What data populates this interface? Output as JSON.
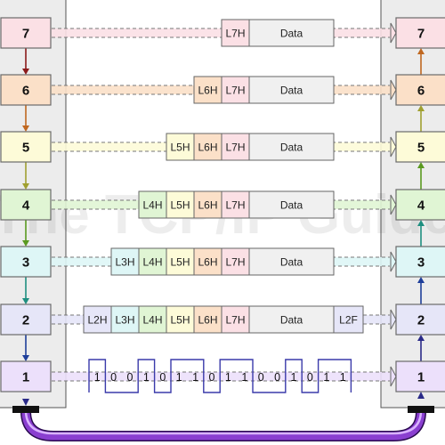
{
  "watermark": "The TCP/IP Guide",
  "stacks": {
    "left_layers": [
      "7",
      "6",
      "5",
      "4",
      "3",
      "2",
      "1"
    ],
    "right_layers": [
      "7",
      "6",
      "5",
      "4",
      "3",
      "2",
      "1"
    ]
  },
  "layer_colors": {
    "7": "#fbe0e5",
    "6": "#fbe0c8",
    "5": "#fdfbd8",
    "4": "#e0f5d4",
    "3": "#def6f6",
    "2": "#e6e6f8",
    "1": "#ece0fb"
  },
  "layer_border": "#6a6a6a",
  "arrow_colors": {
    "7": "#8b1a1a",
    "6": "#c06820",
    "5": "#a0a030",
    "4": "#5a9a20",
    "3": "#1f8f80",
    "2": "#1f3f9a",
    "1": "#2a2a88"
  },
  "pdus": [
    {
      "layer": "7",
      "headers": [
        "L7H"
      ],
      "data": "Data",
      "trailer": ""
    },
    {
      "layer": "6",
      "headers": [
        "L6H",
        "L7H"
      ],
      "data": "Data",
      "trailer": ""
    },
    {
      "layer": "5",
      "headers": [
        "L5H",
        "L6H",
        "L7H"
      ],
      "data": "Data",
      "trailer": ""
    },
    {
      "layer": "4",
      "headers": [
        "L4H",
        "L5H",
        "L6H",
        "L7H"
      ],
      "data": "Data",
      "trailer": ""
    },
    {
      "layer": "3",
      "headers": [
        "L3H",
        "L4H",
        "L5H",
        "L6H",
        "L7H"
      ],
      "data": "Data",
      "trailer": ""
    },
    {
      "layer": "2",
      "headers": [
        "L2H",
        "L3H",
        "L4H",
        "L5H",
        "L6H",
        "L7H"
      ],
      "data": "Data",
      "trailer": "L2F"
    }
  ],
  "header_colors": {
    "L7H": "#fbe0e5",
    "L6H": "#fbe0c8",
    "L5H": "#fdfbd8",
    "L4H": "#e0f5d4",
    "L3H": "#def6f6",
    "L2H": "#e6e6f8",
    "L2F": "#e6e6f8"
  },
  "data_color": "#f0f0f0",
  "bits": [
    "1",
    "0",
    "0",
    "1",
    "0",
    "1",
    "1",
    "0",
    "1",
    "1",
    "0",
    "0",
    "1",
    "0",
    "1",
    "1"
  ],
  "medium_color": "#8a3fd0"
}
